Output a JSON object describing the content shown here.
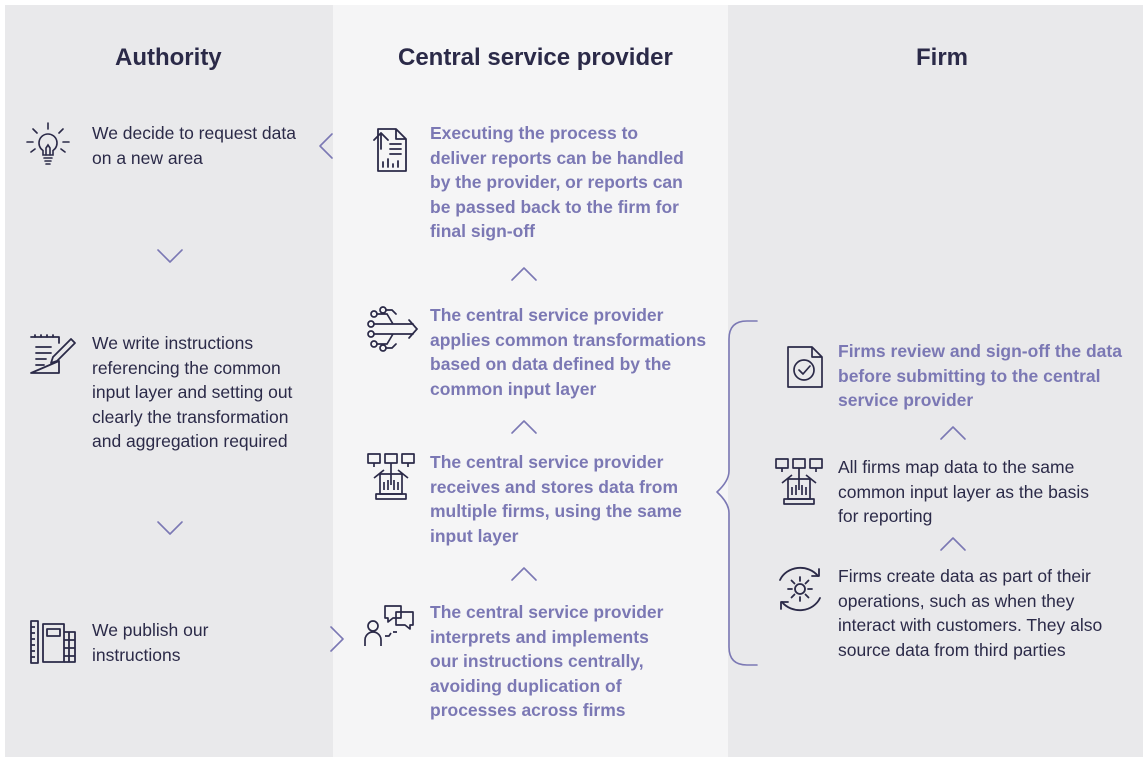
{
  "columns": {
    "authority": "Authority",
    "csp": "Central service provider",
    "firm": "Firm"
  },
  "authority": {
    "step1": "We decide to request data on a new area",
    "step2": "We write instructions referencing the common input layer and setting out clearly the transformation and aggregation required",
    "step3": "We publish our instructions"
  },
  "csp": {
    "step1": "Executing the process to deliver reports can be handled by the provider, or reports can be passed back to the firm for final sign-off",
    "step2": "The central service provider applies common transformations based on data defined by the common input layer",
    "step3": "The central service provider receives and stores data from multiple firms, using the same input layer",
    "step4": "The central service provider interprets and implements our instructions centrally, avoiding duplication of processes across firms"
  },
  "firm": {
    "step1": "Firms review and sign-off the data before submitting to the central service provider",
    "step2": "All firms map data to the same common input layer as the basis for reporting",
    "step3": "Firms create data as part of their operations, such as when they interact with customers. They also source data from third parties"
  },
  "colors": {
    "dark_text": "#2b2a48",
    "accent": "#7b78b4",
    "panel_grey": "#e9e9eb",
    "panel_light": "#f5f5f6"
  },
  "icons": [
    "lightbulb-icon",
    "document-pen-icon",
    "calculator-ruler-icon",
    "report-document-icon",
    "data-transform-icon",
    "network-upload-icon",
    "people-chat-icon",
    "checked-document-icon",
    "network-upload-icon",
    "cycle-gear-icon"
  ]
}
